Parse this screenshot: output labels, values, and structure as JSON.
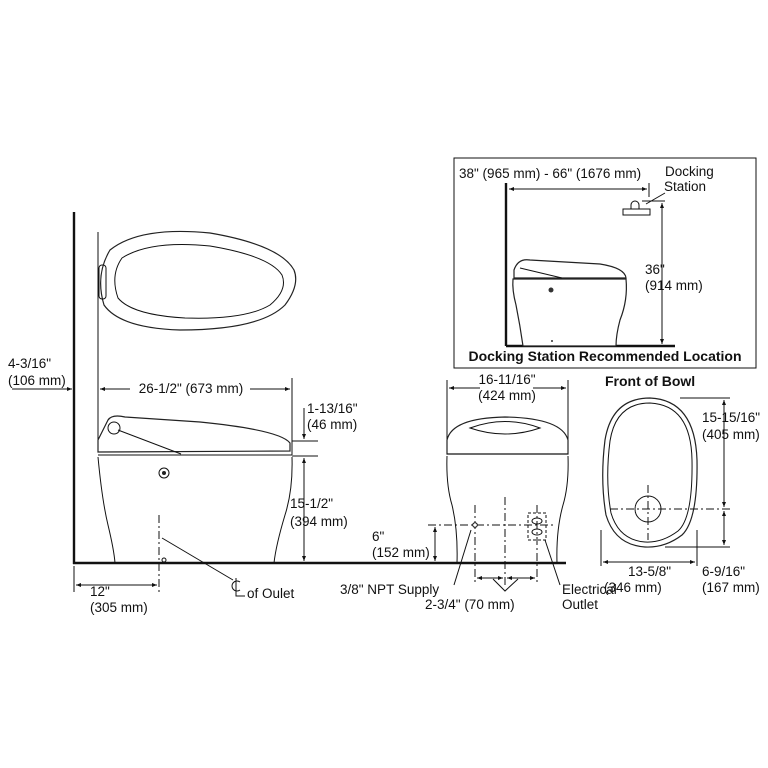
{
  "inset": {
    "range_label": "38\" (965 mm) - 66\" (1676 mm)",
    "docking_label_1": "Docking",
    "docking_label_2": "Station",
    "height_in": "36\"",
    "height_mm": "(914 mm)",
    "title": "Docking Station Recommended Location"
  },
  "side_view": {
    "wall_offset_in": "4-3/16\"",
    "wall_offset_mm": "(106 mm)",
    "length": "26-1/2\" (673 mm)",
    "seat_height_in": "1-13/16\"",
    "seat_height_mm": "(46 mm)",
    "rim_height_in": "15-1/2\"",
    "rim_height_mm": "(394 mm)",
    "rough_in_in": "12\"",
    "rough_in_mm": "(305 mm)",
    "outlet_cl": "of Oulet",
    "cl_symbol": "CL"
  },
  "front_view": {
    "width_in": "16-11/16\"",
    "width_mm": "(424 mm)",
    "supply_height_in": "6\"",
    "supply_height_mm": "(152 mm)",
    "supply_label": "3/8\" NPT Supply",
    "spacing": "2-3/4\" (70 mm)",
    "electrical_1": "Electrical",
    "electrical_2": "Outlet"
  },
  "bowl": {
    "title": "Front of Bowl",
    "length_in": "15-15/16\"",
    "length_mm": "(405 mm)",
    "width_in": "13-5/8\"",
    "width_mm": "(346 mm)",
    "outlet_in": "6-9/16\"",
    "outlet_mm": "(167 mm)"
  }
}
